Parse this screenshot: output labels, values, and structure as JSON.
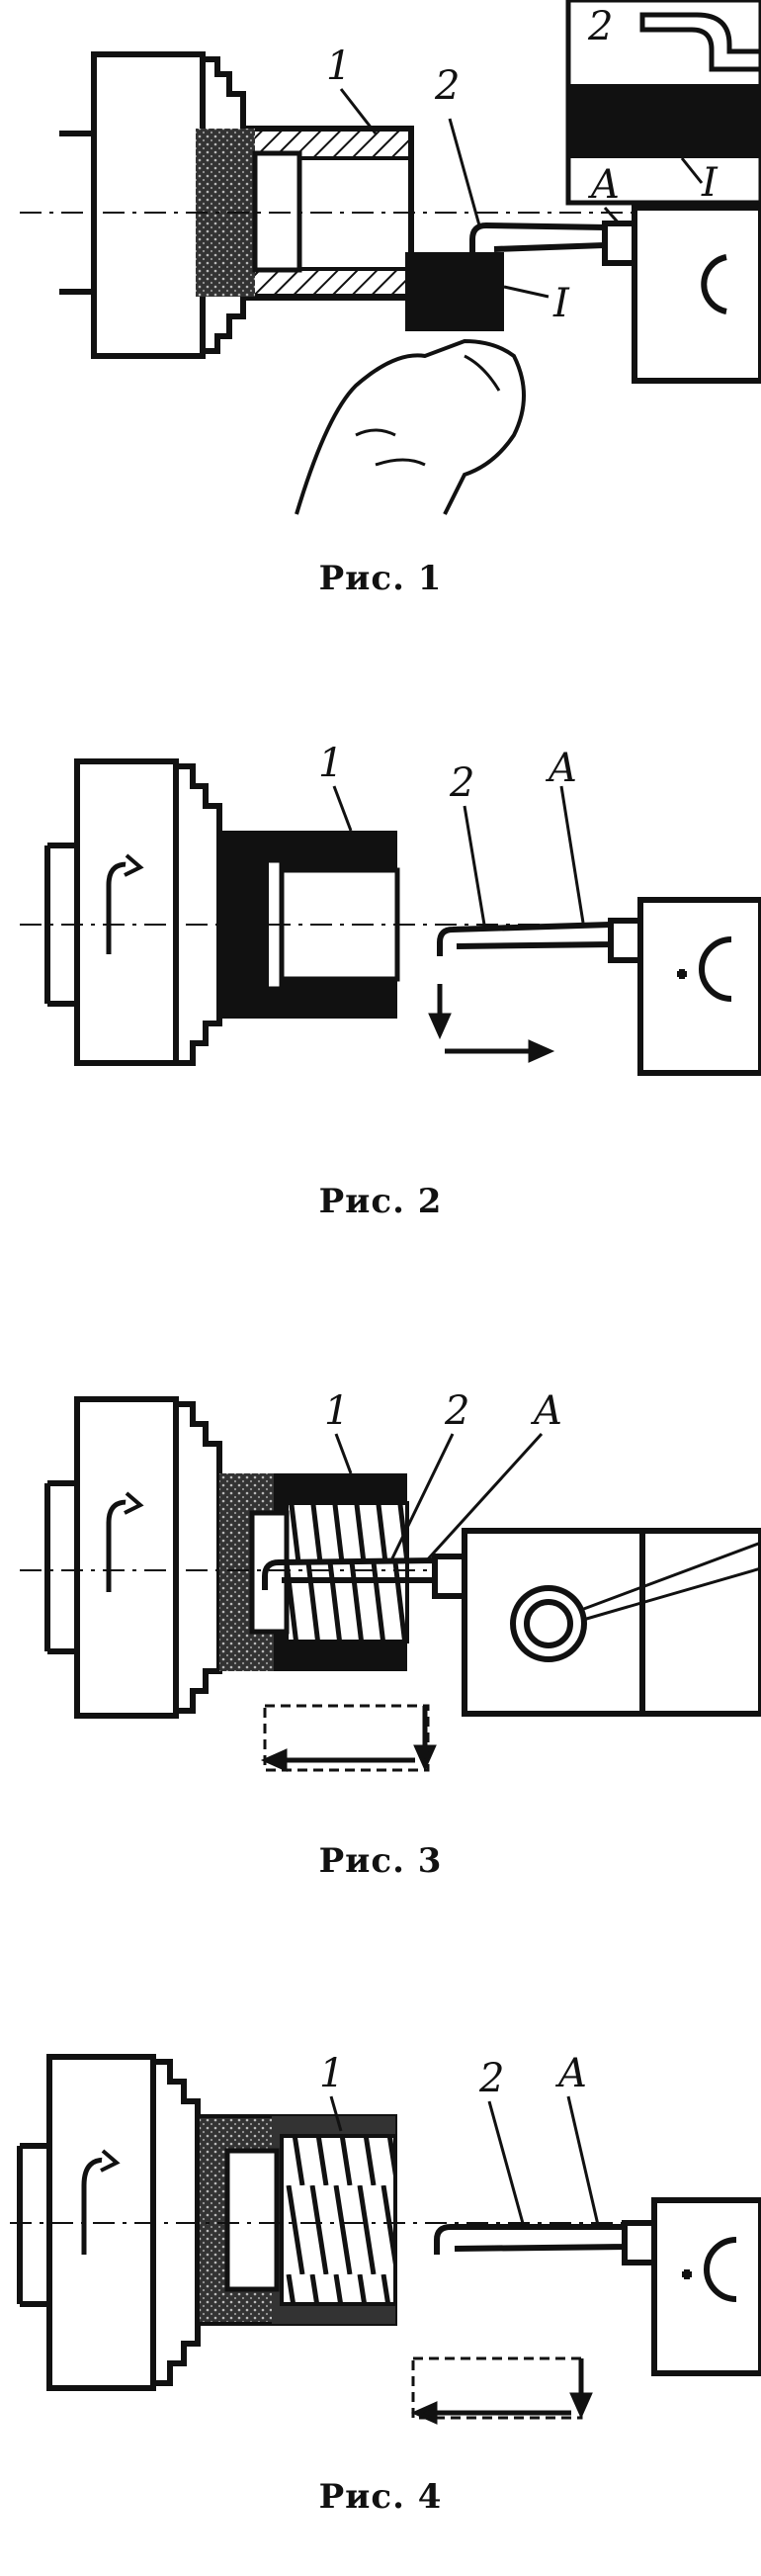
{
  "figures": [
    {
      "caption": "Рис. 1",
      "labels": {
        "part": "1",
        "tool": "2",
        "point": "A",
        "marker": "I",
        "inset_tool": "2",
        "inset_marker": "I"
      }
    },
    {
      "caption": "Рис. 2",
      "labels": {
        "part": "1",
        "tool": "2",
        "point": "A"
      }
    },
    {
      "caption": "Рис. 3",
      "labels": {
        "part": "1",
        "tool": "2",
        "point": "A"
      }
    },
    {
      "caption": "Рис. 4",
      "labels": {
        "part": "1",
        "tool": "2",
        "point": "A"
      }
    }
  ],
  "colors": {
    "ink": "#111111",
    "paper": "#ffffff",
    "shade": "#555555"
  }
}
